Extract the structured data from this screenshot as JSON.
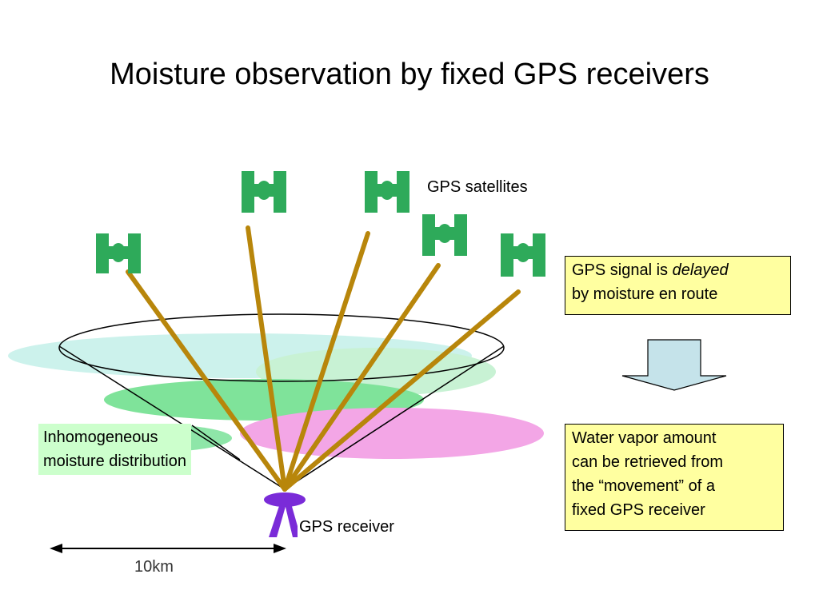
{
  "title": "Moisture observation by fixed GPS receivers",
  "labels": {
    "satellites": "GPS satellites",
    "receiver": "GPS receiver",
    "moisture_line1": "Inhomogeneous",
    "moisture_line2": "moisture distribution",
    "scale": "10km"
  },
  "box_delay": {
    "prefix": "GPS signal is ",
    "emphasis": "delayed",
    "line2": "by moisture en route"
  },
  "box_result": {
    "line1": "Water vapor amount",
    "line2": "can be retrieved from",
    "line3": "the “movement” of a",
    "line4": "fixed GPS receiver"
  },
  "colors": {
    "satellite": "#2eaa5a",
    "signal": "#b8860b",
    "receiver": "#7a2bd8",
    "cloud_cyan": "#ccf2ec",
    "cloud_green": "#7fe39a",
    "cloud_pink": "#f3a6e6",
    "box_fill": "#ffffa0",
    "arrow_fill": "#c5e3ea"
  }
}
